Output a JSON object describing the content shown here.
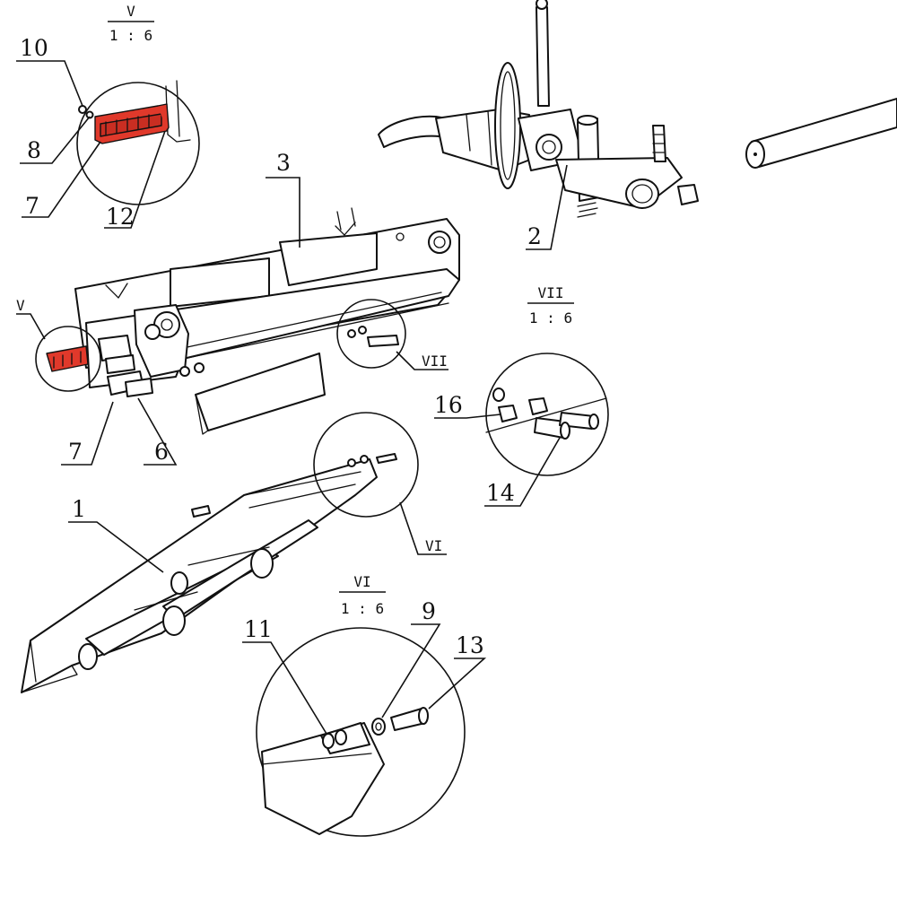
{
  "colors": {
    "line": "#111111",
    "highlight": "#e0392b",
    "background": "#ffffff"
  },
  "detail_views": [
    {
      "id": "V",
      "name": "V",
      "scale": "1 : 6"
    },
    {
      "id": "VI",
      "name": "VI",
      "scale": "1 : 6"
    },
    {
      "id": "VII",
      "name": "VII",
      "scale": "1 : 6"
    }
  ],
  "view_markers": {
    "v": "V",
    "vi": "VI",
    "vii": "VII"
  },
  "part_labels": {
    "p1": "1",
    "p2": "2",
    "p3": "3",
    "p6": "6",
    "p7_main": "7",
    "p7_detail": "7",
    "p8": "8",
    "p9": "9",
    "p10": "10",
    "p11": "11",
    "p12": "12",
    "p13": "13",
    "p14": "14",
    "p16": "16"
  }
}
